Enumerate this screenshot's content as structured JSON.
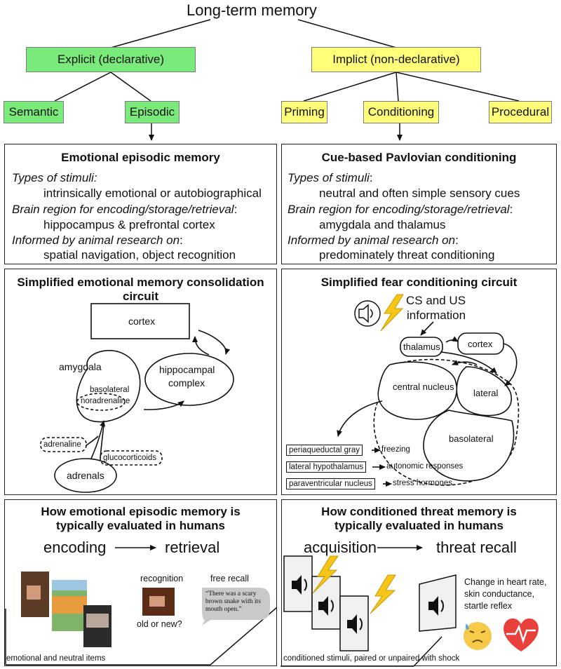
{
  "title": "Long-term memory",
  "explicit": "Explicit (declarative)",
  "implicit": "Implict (non-declarative)",
  "semantic": "Semantic",
  "episodic": "Episodic",
  "priming": "Priming",
  "conditioning": "Conditioning",
  "procedural": "Procedural",
  "left_box1": {
    "heading": "Emotional episodic memory",
    "stimuli_label": "Types of stimuli:",
    "stimuli_value": "intrinsically emotional or autobiographical",
    "region_label": "Brain region for encoding/storage/retrieval",
    "region_value": "hippocampus & prefrontal cortex",
    "research_label": "Informed by animal research on",
    "research_value": "spatial navigation, object recognition"
  },
  "right_box1": {
    "heading": "Cue-based Pavlovian conditioning",
    "stimuli_label": "Types of stimuli",
    "stimuli_value": "neutral and often simple sensory cues",
    "region_label": "Brain region for encoding/storage/retrieval",
    "region_value": "amygdala and thalamus",
    "research_label": "Informed by animal research on",
    "research_value": "predominately threat conditioning"
  },
  "left_box2": {
    "heading1": "Simplified emotional memory consolidation",
    "heading2": "circuit",
    "cortex": "cortex",
    "amygdala": "amygdala",
    "hippo1": "hippocampal",
    "hippo2": "complex",
    "basolateral": "basolateral",
    "noradrenaline": "noradrenaline",
    "adrenaline": "adrenaline",
    "glucocorticoids": "glucocorticoids",
    "adrenals": "adrenals"
  },
  "right_box2": {
    "heading": "Simplified fear conditioning circuit",
    "cs_us1": "CS and US",
    "cs_us2": "information",
    "thalamus": "thalamus",
    "cortex": "cortex",
    "central": "central nucleus",
    "lateral": "lateral",
    "basolateral": "basolateral",
    "pag": "periaqueductal gray",
    "freezing": "freezing",
    "lh": "lateral hypothalamus",
    "autonomic": "autonomic responses",
    "pvn": "paraventricular nucleus",
    "stress": "stress hormones"
  },
  "left_box3": {
    "heading1": "How emotional episodic memory is",
    "heading2": "typically evaluated in humans",
    "encoding": "encoding",
    "retrieval": "retrieval",
    "recognition": "recognition",
    "free_recall": "free recall",
    "quote": "“There was a scary brown snake with its mouth open.”",
    "old_new": "old or new?",
    "footer": "emotional and neutral items"
  },
  "right_box3": {
    "heading1": "How conditioned threat memory is",
    "heading2": "typically evaluated in humans",
    "acquisition": "acquisition",
    "threat_recall": "threat recall",
    "change1": "Change in heart rate,",
    "change2": "skin conductance,",
    "change3": "startle reflex",
    "footer": "conditioned stimuli, paired or unpaired with shock"
  },
  "colors": {
    "explicit": "#7aea7a",
    "implicit": "#ffff7a",
    "lightning": "#f5c518",
    "heart": "#e8403a",
    "face": "#f7c948"
  }
}
